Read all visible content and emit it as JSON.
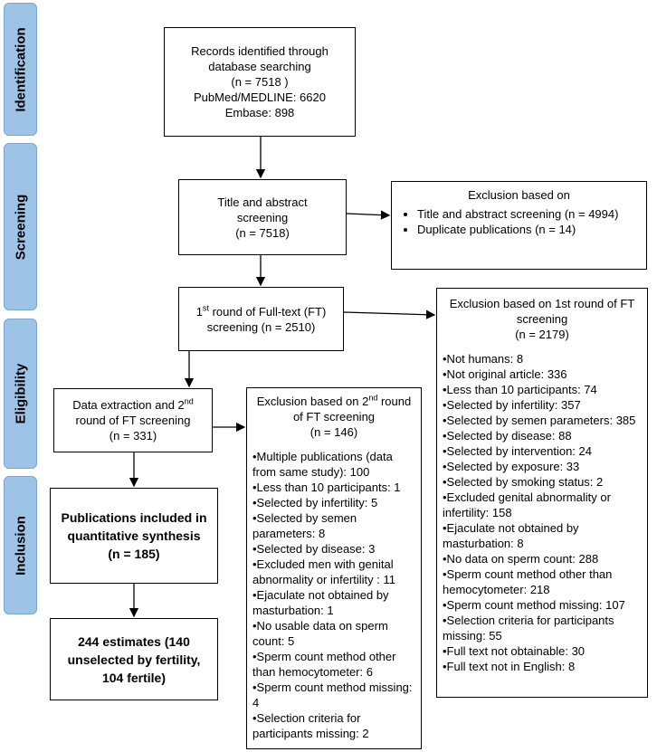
{
  "phases": {
    "identification": "Identification",
    "screening": "Screening",
    "eligibility": "Eligibility",
    "inclusion": "Inclusion"
  },
  "records": {
    "line1": "Records identified through",
    "line2": "database searching",
    "line3": "(n = 7518 )",
    "line4": "PubMed/MEDLINE: 6620",
    "line5": "Embase: 898"
  },
  "title_screening": {
    "line1": "Title and abstract",
    "line2": "screening",
    "line3": "(n = 7518)"
  },
  "exclusion1": {
    "heading": "Exclusion based on",
    "items": [
      "Title and abstract screening (n = 4994)",
      "Duplicate publications (n = 14)"
    ]
  },
  "fulltext1": {
    "pre": "1",
    "sup": "st",
    "post": " round of Full-text (FT)",
    "line2": "screening (n = 2510)"
  },
  "exclusion_ft1": {
    "line1": "Exclusion based on 1st round of FT",
    "line2": "screening",
    "line3": "(n = 2179)",
    "items": [
      "•Not humans: 8",
      "•Not original article: 336",
      "•Less than 10 participants: 74",
      "•Selected by infertility: 357",
      "•Selected by semen parameters: 385",
      "•Selected by disease: 88",
      "•Selected by intervention: 24",
      "•Selected by exposure: 33",
      "•Selected by smoking status: 2",
      "•Excluded genital abnormality or infertility: 158",
      "•Ejaculate not obtained by masturbation: 8",
      "•No data on sperm count: 288",
      "•Sperm count method other than hemocytometer: 218",
      "•Sperm count method missing: 107",
      "•Selection criteria for participants missing: 55",
      "•Full text not obtainable: 30",
      "•Full text not in English: 8"
    ]
  },
  "extraction": {
    "line1_pre": "Data extraction and 2",
    "line1_sup": "nd",
    "line2": "round of FT screening",
    "line3": "(n = 331)"
  },
  "exclusion_ft2": {
    "line1_pre": "Exclusion based on 2",
    "line1_sup": "nd",
    "line1_post": " round",
    "line2": "of FT screening",
    "line3": "(n = 146)",
    "items": [
      "•Multiple publications (data from same study): 100",
      "•Less than 10 participants: 1",
      "•Selected by infertility: 5",
      "•Selected by semen parameters: 8",
      "•Selected by disease: 3",
      "•Excluded men with genital abnormality or infertility : 11",
      "•Ejaculate not obtained by masturbation: 1",
      "•No usable data on sperm count: 5",
      "•Sperm count method other than hemocytometer: 6",
      "•Sperm count method missing: 4",
      "•Selection criteria for participants missing: 2"
    ]
  },
  "included": {
    "line1": "Publications included in",
    "line2": "quantitative synthesis",
    "line3": "(n = 185)"
  },
  "estimates": {
    "line1": "244 estimates (140",
    "line2": "unselected by fertility,",
    "line3": "104 fertile)"
  }
}
